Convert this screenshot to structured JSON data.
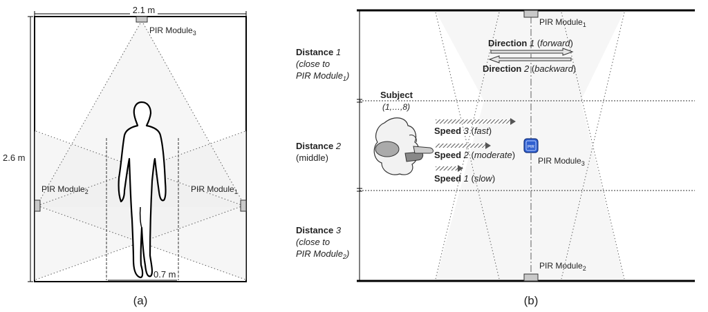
{
  "panel_a": {
    "width_label": "2.1 m",
    "height_label": "2.6 m",
    "walk_width_label": "0.7 m",
    "modules": [
      {
        "name": "PIR Module",
        "sub": "3"
      },
      {
        "name": "PIR Module",
        "sub": "2"
      },
      {
        "name": "PIR Module",
        "sub": "1"
      }
    ],
    "caption": "(a)"
  },
  "panel_b": {
    "modules": [
      {
        "name": "PIR Module",
        "sub": "1"
      },
      {
        "name": "PIR Module",
        "sub": "3"
      },
      {
        "name": "PIR Module",
        "sub": "2"
      }
    ],
    "sensor_chip_text": "PIR",
    "distances": [
      {
        "title": "Distance ",
        "num": "1",
        "l2": "(close to",
        "l3a": "PIR Module",
        "l3sub": "1",
        "l3b": ")"
      },
      {
        "title": "Distance ",
        "num": "2",
        "l2": "(middle)"
      },
      {
        "title": "Distance ",
        "num": "3",
        "l2": "(close to",
        "l3a": "PIR Module",
        "l3sub": "2",
        "l3b": ")"
      }
    ],
    "directions": [
      {
        "label": "Direction ",
        "num": "1",
        "detail": "forward"
      },
      {
        "label": "Direction ",
        "num": "2",
        "detail": "backward"
      }
    ],
    "subject": {
      "label": "Subject",
      "range": "(1,…,8)"
    },
    "speeds": [
      {
        "label": "Speed ",
        "num": "3",
        "detail": "fast"
      },
      {
        "label": "Speed ",
        "num": "2",
        "detail": "moderate"
      },
      {
        "label": "Speed ",
        "num": "1",
        "detail": "slow"
      }
    ],
    "caption": "(b)"
  }
}
